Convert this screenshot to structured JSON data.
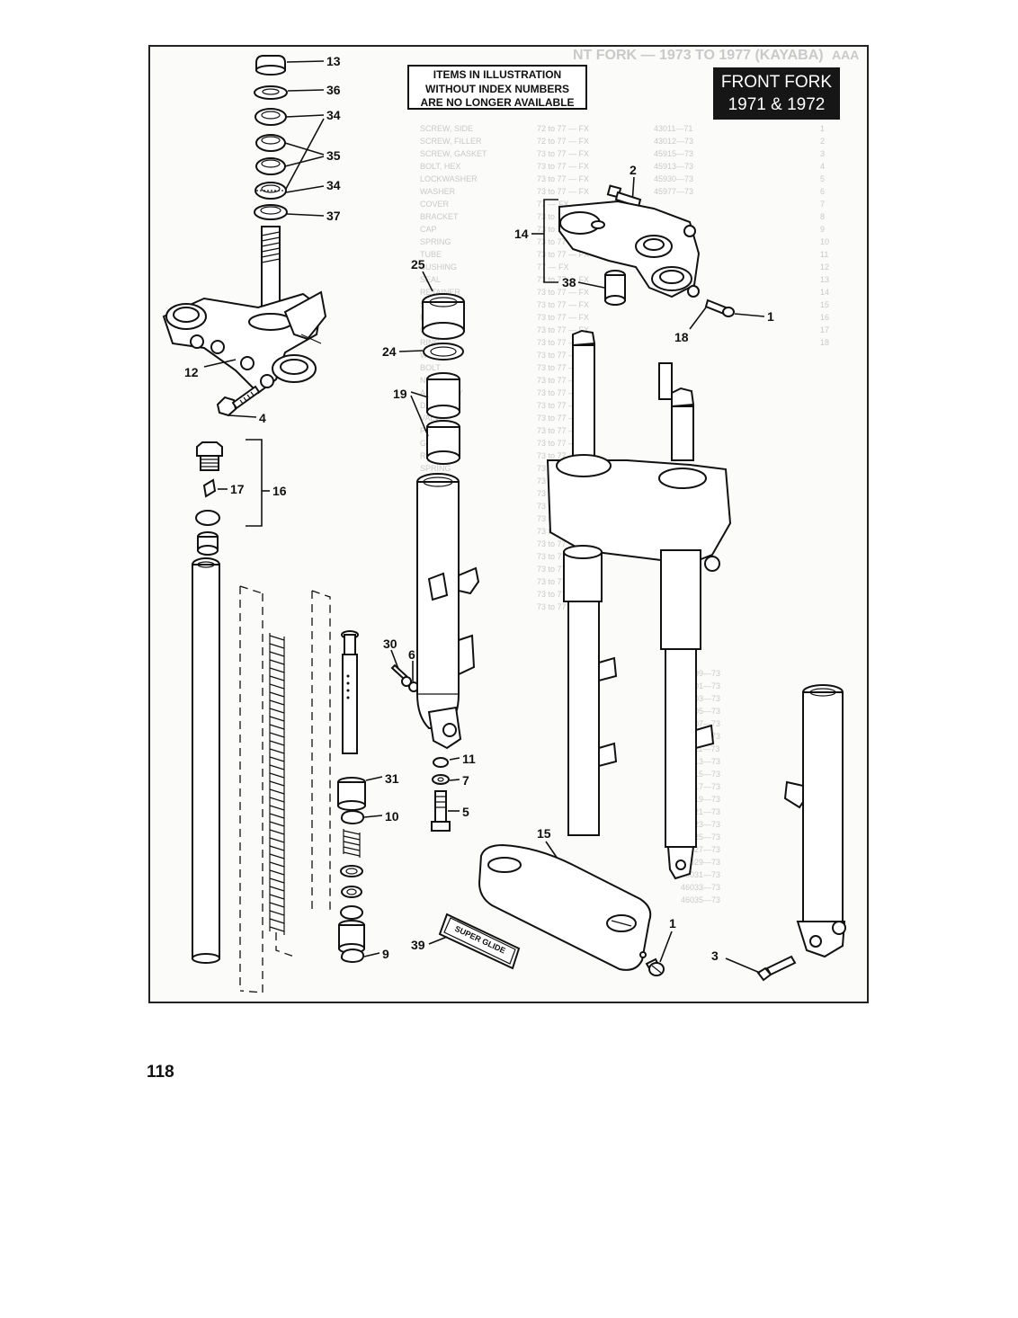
{
  "note": {
    "line1": "ITEMS IN ILLUSTRATION",
    "line2": "WITHOUT INDEX NUMBERS",
    "line3": "ARE NO LONGER AVAILABLE"
  },
  "badge": {
    "line1": "FRONT FORK",
    "line2": "1971 & 1972"
  },
  "callouts": {
    "c1": "1",
    "c2": "2",
    "c3": "3",
    "c4": "4",
    "c5": "5",
    "c6": "6",
    "c7": "7",
    "c9": "9",
    "c10": "10",
    "c11": "11",
    "c12": "12",
    "c13": "13",
    "c14": "14",
    "c15": "15",
    "c16": "16",
    "c17": "17",
    "c18": "18",
    "c19": "19",
    "c24": "24",
    "c25": "25",
    "c30": "30",
    "c31": "31",
    "c34a": "34",
    "c34b": "34",
    "c35": "35",
    "c36": "36",
    "c37": "37",
    "c38": "38",
    "c39": "39"
  },
  "emblem_text": "SUPER GLIDE",
  "page_number": "118"
}
